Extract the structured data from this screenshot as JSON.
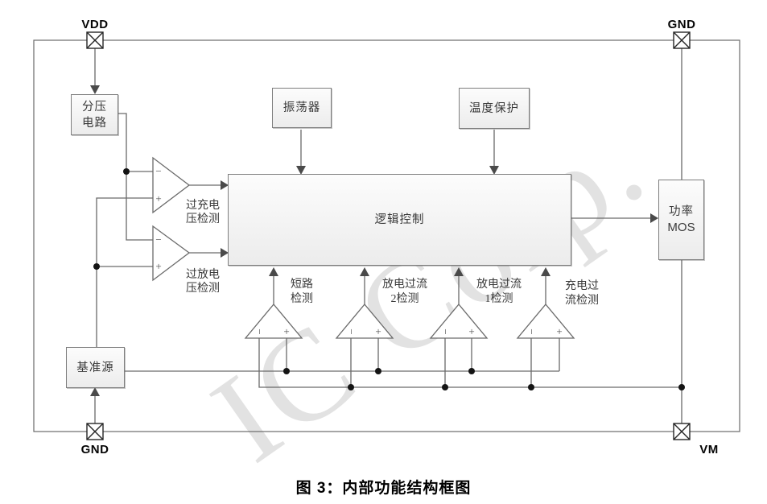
{
  "figure": {
    "caption": "图 3：内部功能结构框图",
    "watermark": "IC Corp."
  },
  "pins": {
    "vdd": {
      "label": "VDD"
    },
    "gnd_top": {
      "label": "GND"
    },
    "gnd_bottom": {
      "label": "GND"
    },
    "vm": {
      "label": "VM"
    }
  },
  "blocks": {
    "divider": {
      "line1": "分压",
      "line2": "电路"
    },
    "oscillator": {
      "label": "振荡器"
    },
    "temp_protect": {
      "label": "温度保护"
    },
    "logic": {
      "label": "逻辑控制"
    },
    "power_mos": {
      "line1": "功率",
      "line2": "MOS"
    },
    "reference": {
      "label": "基准源"
    }
  },
  "comparators": {
    "overcharge": {
      "line1": "过充电",
      "line2": "压检测",
      "minus": "−",
      "plus": "+"
    },
    "overdischarge": {
      "line1": "过放电",
      "line2": "压检测",
      "minus": "−",
      "plus": "+"
    },
    "short_circuit": {
      "line1": "短路",
      "line2": "检测",
      "minus": "−",
      "plus": "+"
    },
    "discharge_oc2": {
      "line1": "放电过流",
      "line2": "2检测",
      "minus": "−",
      "plus": "+"
    },
    "discharge_oc1": {
      "line1": "放电过流",
      "line2": "1检测",
      "minus": "−",
      "plus": "+"
    },
    "charge_oc": {
      "line1": "充电过",
      "line2": "流检测",
      "minus": "−",
      "plus": "+"
    }
  },
  "colors": {
    "wire": "#6a6a6a",
    "block_border": "#7e7e7e",
    "text": "#3a3a3a",
    "watermark": "#e2e2e2"
  }
}
